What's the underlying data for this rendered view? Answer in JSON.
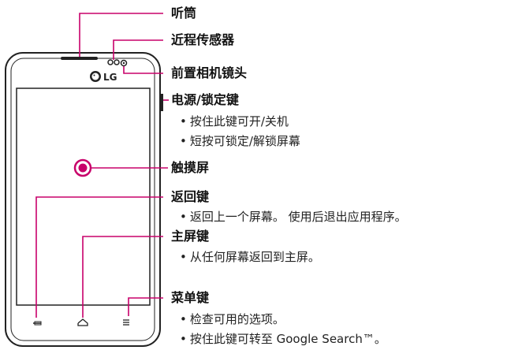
{
  "brand": {
    "logo_text": "LG"
  },
  "accent_color": "#c8006a",
  "callouts": {
    "earpiece": {
      "label": "听筒"
    },
    "proximity_sensor": {
      "label": "近程传感器"
    },
    "front_camera": {
      "label": "前置相机镜头"
    },
    "power_key": {
      "label": "电源/锁定键",
      "bullets": [
        "按住此键可开/关机",
        "短按可锁定/解锁屏幕"
      ]
    },
    "touchscreen": {
      "label": "触摸屏"
    },
    "back_key": {
      "label": "返回键",
      "bullets": [
        "返回上一个屏幕。 使用后退出应用程序。"
      ]
    },
    "home_key": {
      "label": "主屏键",
      "bullets": [
        "从任何屏幕返回到主屏。"
      ]
    },
    "menu_key": {
      "label": "菜单键",
      "bullets": [
        "检查可用的选项。",
        "按住此键可转至 Google Search™。"
      ]
    }
  },
  "bullet_char": "•",
  "icons": [
    "back-key-icon",
    "home-key-icon",
    "menu-key-icon",
    "touch-point-icon"
  ]
}
